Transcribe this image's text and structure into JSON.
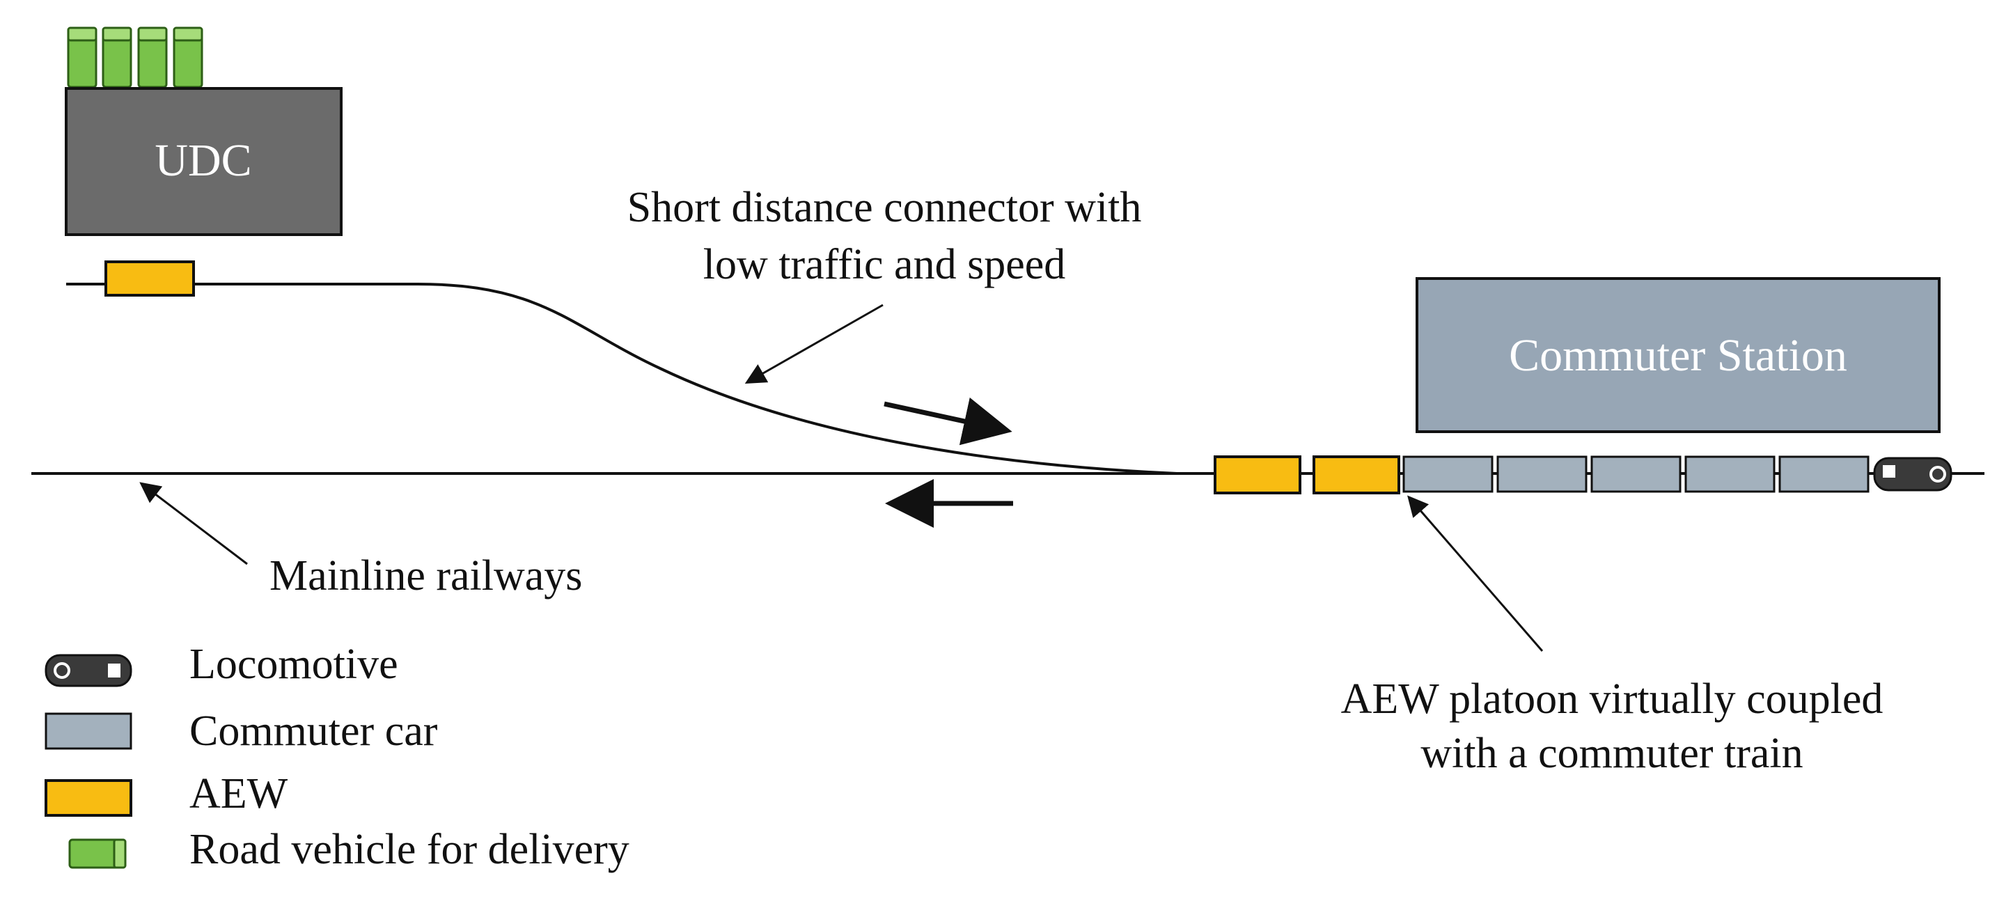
{
  "diagram": {
    "udc_label": "UDC",
    "station_label": "Commuter Station",
    "connector_label_line1": "Short distance connector with",
    "connector_label_line2": "low traffic and speed",
    "mainline_label": "Mainline railways",
    "platoon_label_line1": "AEW platoon virtually coupled",
    "platoon_label_line2": "with a commuter train"
  },
  "legend": {
    "items": [
      {
        "icon": "locomotive-icon",
        "label": "Locomotive"
      },
      {
        "icon": "commuter-car-icon",
        "label": "Commuter car"
      },
      {
        "icon": "aew-icon",
        "label": "AEW"
      },
      {
        "icon": "road-vehicle-icon",
        "label": "Road vehicle for delivery"
      }
    ]
  },
  "colors": {
    "udc_fill": "#6b6b6b",
    "station_fill": "#97a6b5",
    "aew_fill": "#f8bc12",
    "commuter_car_fill": "#a3b1bd",
    "road_vehicle_fill": "#79c24a",
    "locomotive_fill": "#3a3a3a",
    "line": "#111111"
  }
}
